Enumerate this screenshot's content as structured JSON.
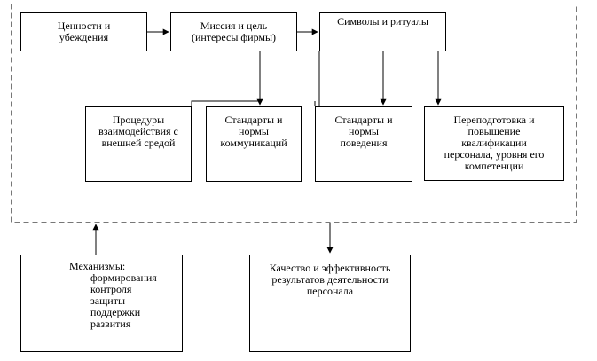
{
  "boxes": {
    "values": "Ценности и\nубеждения",
    "mission": "Миссия и цель\n(интересы фирмы)",
    "symbols": "Символы и ритуалы",
    "procedures": "Процедуры\nвзаимодействия с\nвнешней средой",
    "std_comm": "Стандарты и\nнормы\nкоммуникаций",
    "std_behavior": "Стандарты и\nнормы\nповедения",
    "retraining": "Переподготовка и\nповышение\nквалификации\nперсонала, уровня его\nкомпетенции",
    "results": "Качество и эффективность\nрезультатов деятельности\nперсонала"
  },
  "mechanisms": {
    "title": "Механизмы:",
    "items": [
      "формирования",
      "контроля",
      "защиты",
      "поддержки",
      "развития"
    ]
  }
}
